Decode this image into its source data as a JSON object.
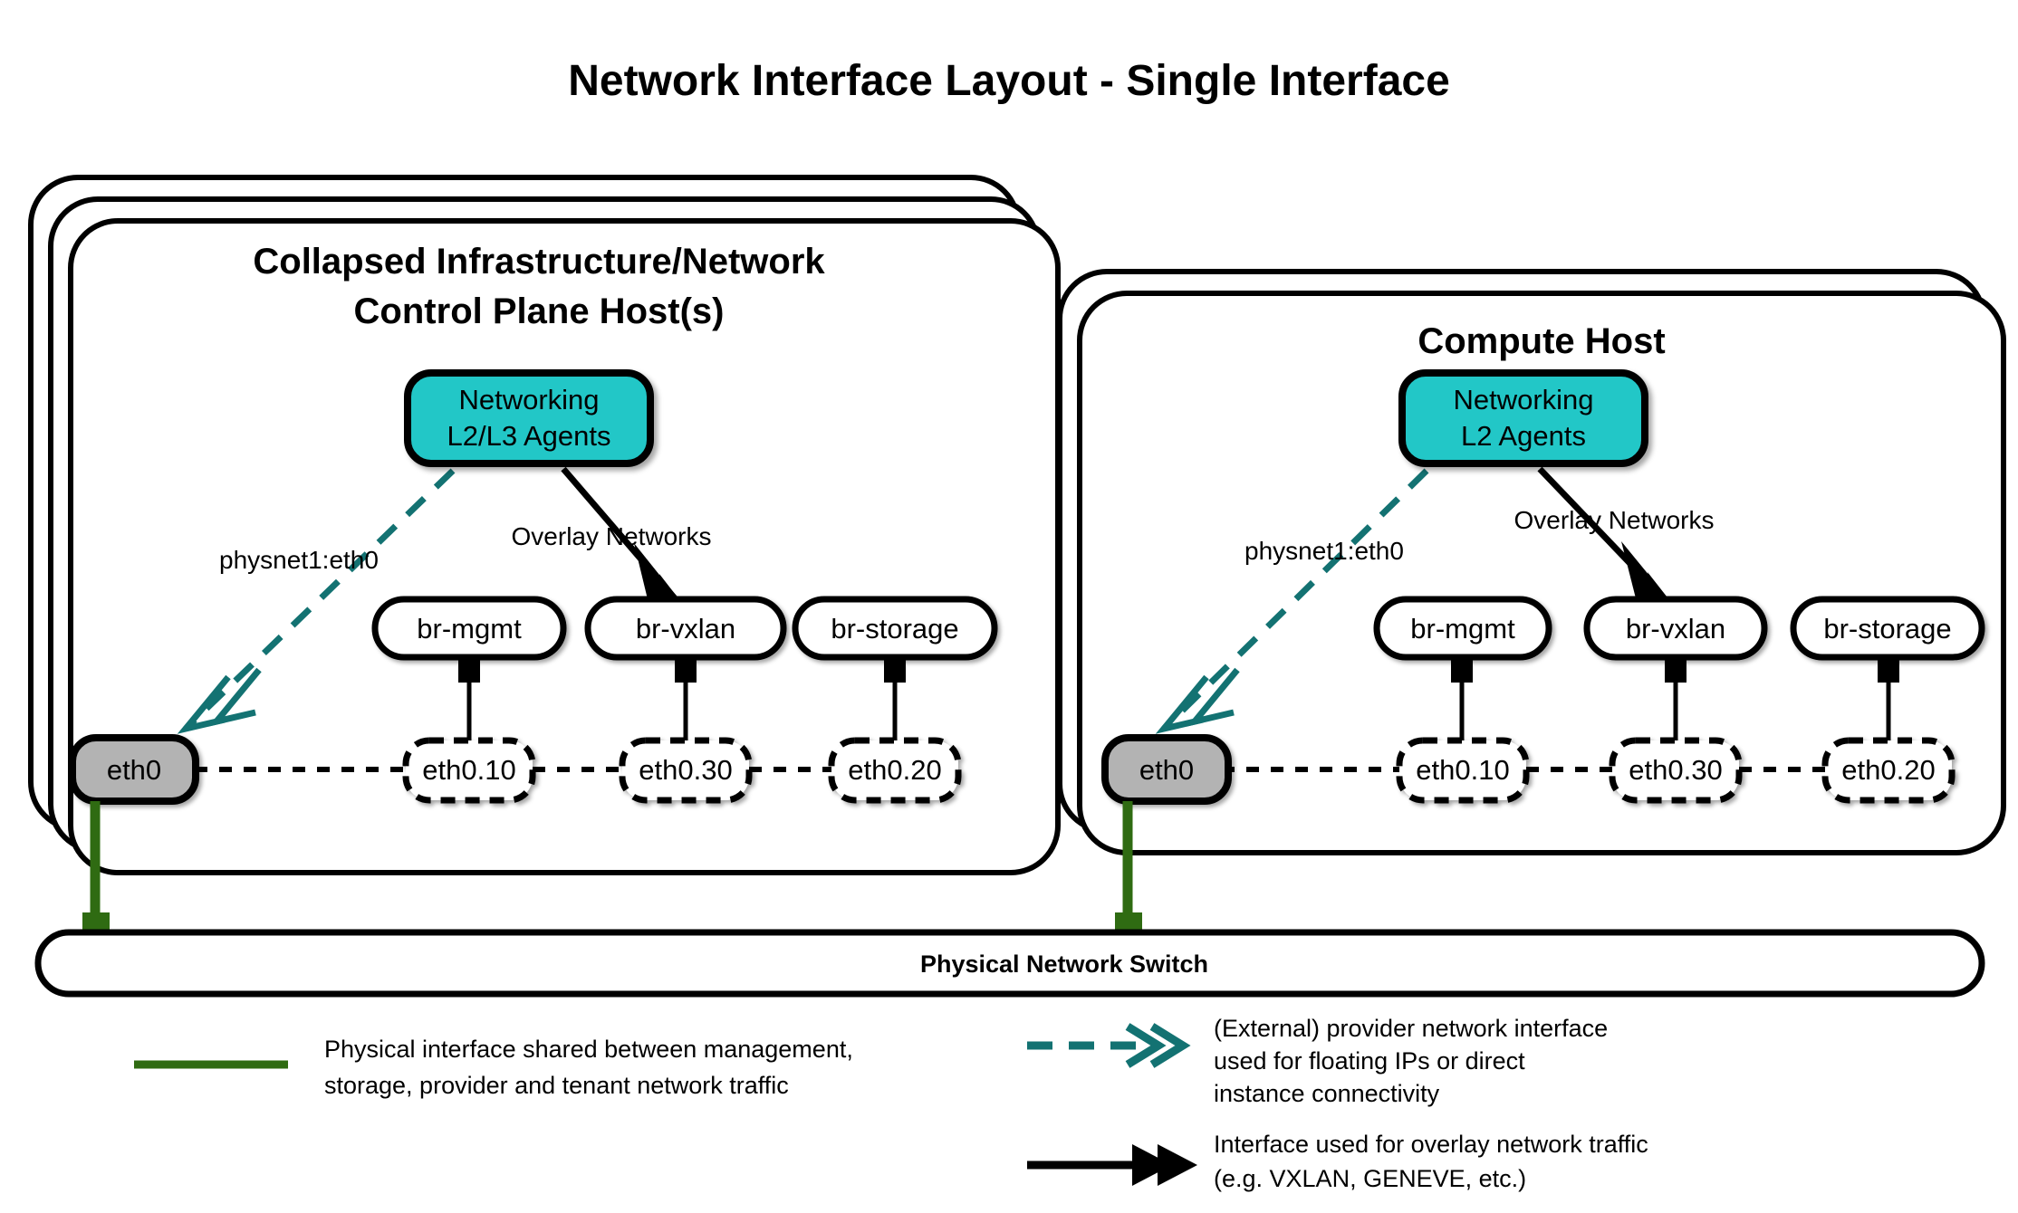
{
  "title": "Network Interface Layout - Single Interface",
  "colors": {
    "agent_fill": "#22c7c7",
    "physical_line": "#2f6b12",
    "provider_line": "#137272",
    "nic_fill": "#b3b3b3",
    "stroke": "#000000"
  },
  "hosts": [
    {
      "id": "control-plane-host",
      "title_line1": "Collapsed Infrastructure/Network",
      "title_line2": "Control Plane Host(s)",
      "stack_layers": 3,
      "agent_box": {
        "line1": "Networking",
        "line2": "L2/L3 Agents"
      },
      "provider_label": "physnet1:eth0",
      "overlay_label": "Overlay Networks",
      "nic": "eth0",
      "bridges": [
        "br-mgmt",
        "br-vxlan",
        "br-storage"
      ],
      "vlans": [
        "eth0.10",
        "eth0.30",
        "eth0.20"
      ]
    },
    {
      "id": "compute-host",
      "title_line1": "Compute Host",
      "title_line2": "",
      "stack_layers": 2,
      "agent_box": {
        "line1": "Networking",
        "line2": "L2 Agents"
      },
      "provider_label": "physnet1:eth0",
      "overlay_label": "Overlay Networks",
      "nic": "eth0",
      "bridges": [
        "br-mgmt",
        "br-vxlan",
        "br-storage"
      ],
      "vlans": [
        "eth0.10",
        "eth0.30",
        "eth0.20"
      ]
    }
  ],
  "switch": {
    "label": "Physical Network Switch"
  },
  "legend": {
    "items": [
      {
        "id": "physical-interface",
        "marker": "solid-green-line",
        "lines": [
          "Physical interface shared between management,",
          "storage, provider and tenant network traffic"
        ]
      },
      {
        "id": "provider-interface",
        "marker": "dashed-teal-arrow",
        "lines": [
          "(External) provider network interface",
          "used for floating IPs or direct",
          "instance connectivity"
        ]
      },
      {
        "id": "overlay-interface",
        "marker": "solid-black-arrow",
        "lines": [
          "Interface used for overlay network traffic",
          "(e.g. VXLAN, GENEVE, etc.)"
        ]
      }
    ]
  }
}
